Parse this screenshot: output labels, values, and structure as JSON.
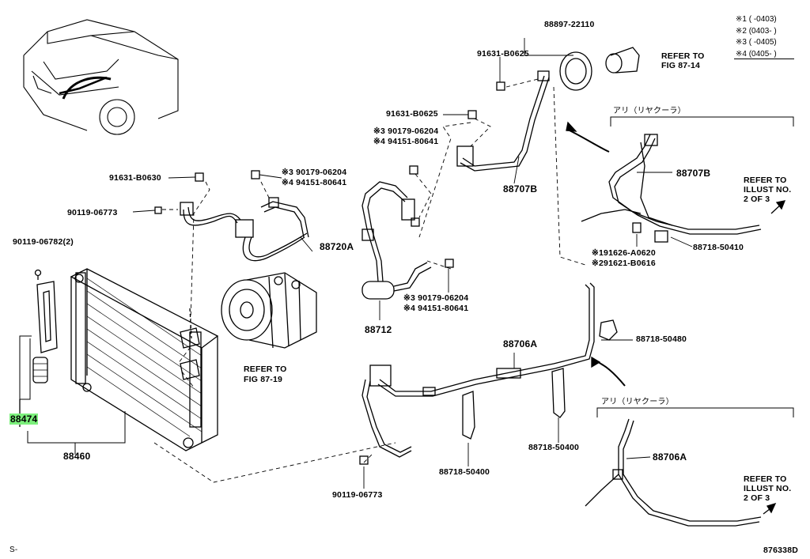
{
  "diagram": {
    "labels": {
      "p88897_22110": "88897-22110",
      "p91631_b0625_top": "91631-B0625",
      "refer_fig_87_14": "REFER TO\nFIG 87-14",
      "p91631_b0625_mid": "91631-B0625",
      "note3_90179_06204_a": "※3 90179-06204",
      "note4_94151_80641_a": "※4 94151-80641",
      "p88707b_center": "88707B",
      "p91631_b0630": "91631-B0630",
      "note3_90179_06204_b": "※3 90179-06204",
      "note4_94151_80641_b": "※4 94151-80641",
      "p90119_06773_left": "90119-06773",
      "p88720a": "88720A",
      "p90119_06782": "90119-06782(2)",
      "note3_90179_06204_c": "※3 90179-06204",
      "note4_94151_80641_c": "※4 94151-80641",
      "p88712": "88712",
      "refer_fig_87_19": "REFER TO\nFIG 87-19",
      "p88706a_center": "88706A",
      "p88718_50480": "88718-50480",
      "p88474": "88474",
      "p88460": "88460",
      "p88718_50400_left": "88718-50400",
      "p88718_50400_right": "88718-50400",
      "p90119_06773_bottom": "90119-06773",
      "ari_rear_cooler_top": "アリ（リヤクーラ）",
      "p88707b_right": "88707B",
      "refer_illust_top": "REFER TO\nILLUST NO.\n2 OF 3",
      "note1_91626_a0620": "※191626-A0620",
      "note2_91621_b0616": "※291621-B0616",
      "p88718_50410": "88718-50410",
      "ari_rear_cooler_bottom": "アリ（リヤクーラ）",
      "p88706a_right": "88706A",
      "refer_illust_bottom": "REFER TO\nILLUST NO.\n2 OF 3",
      "corner_s": "S-",
      "figure_code": "876338D"
    },
    "legend": [
      "※1 (      -0403)",
      "※2 (0403-      )",
      "※3 (      -0405)",
      "※4 (0405-      )"
    ],
    "highlight_color": "#7cf07c"
  }
}
